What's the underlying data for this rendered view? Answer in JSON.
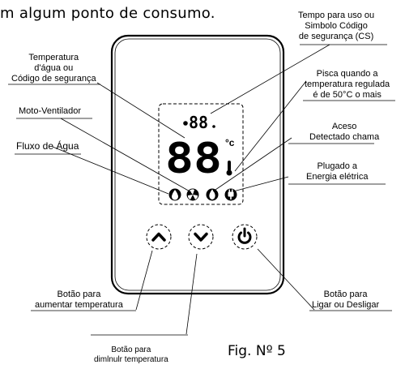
{
  "intro_text": "m algum ponto de consumo.",
  "caption": "Fig. Nº 5",
  "display": {
    "small_digits": "88",
    "big_digits": "88",
    "degree_symbol": "°c"
  },
  "callouts": {
    "tempo": [
      "Tempo para uso ou",
      "Simbolo Código",
      "de segurança (CS)"
    ],
    "temperatura": [
      "Temperatura",
      "d'água ou",
      "Código de segurança"
    ],
    "pisca": [
      "Pisca quando a",
      "temperatura regulada",
      "é de 50°C o mais"
    ],
    "moto": [
      "Moto-Ventilador"
    ],
    "aceso": [
      "Aceso",
      "Detectado chama"
    ],
    "fluxo": [
      "Fluxo de Água"
    ],
    "plugado": [
      "Plugado a",
      "Energia elétrica"
    ],
    "aumentar": [
      "Botão para",
      "aumentar temperatura"
    ],
    "ligar": [
      "Botão para",
      "Ligar ou Desligar"
    ],
    "diminuir": [
      "Botão para",
      "dimlnulr temperatura"
    ]
  },
  "colors": {
    "ink": "#000000",
    "segment_off": "#cfcfcf"
  },
  "icons": [
    "water-flow-icon",
    "fan-icon",
    "flame-icon",
    "power-plug-icon",
    "chevron-up-icon",
    "chevron-down-icon",
    "power-icon",
    "thermometer-icon"
  ]
}
